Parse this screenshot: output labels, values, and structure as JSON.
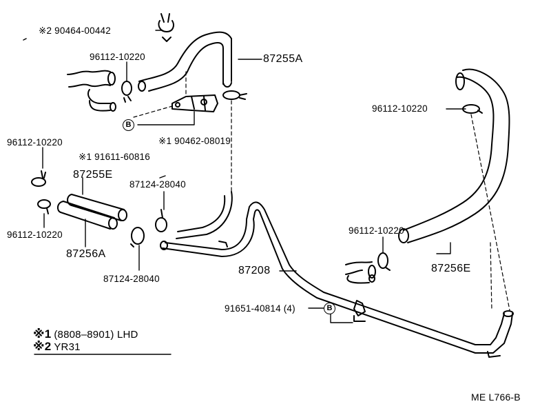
{
  "callouts": {
    "c1": "※2  90464-00442",
    "c2": "96112-10220",
    "c3": "87255A",
    "c4": "96112-10220",
    "c5": "※1 90462-08019",
    "c6": "96112-10220",
    "c7": "※1 91611-60816",
    "c8": "87255E",
    "c9": "87124-28040",
    "c10": "96112-10220",
    "c11": "87256A",
    "c12": "87124-28040",
    "c13": "87208",
    "c14": "96112-10220",
    "c15": "87256E",
    "c16": "91651-40814 (4)"
  },
  "circle_marks": {
    "b1": "B",
    "b2": "B"
  },
  "legend": {
    "mark1": "※1",
    "text1": "(8808–8901) LHD",
    "mark2": "※2",
    "text2": "YR31"
  },
  "drawing_code": "ME L766-B",
  "colors": {
    "ink": "#000000",
    "paper": "#ffffff"
  }
}
